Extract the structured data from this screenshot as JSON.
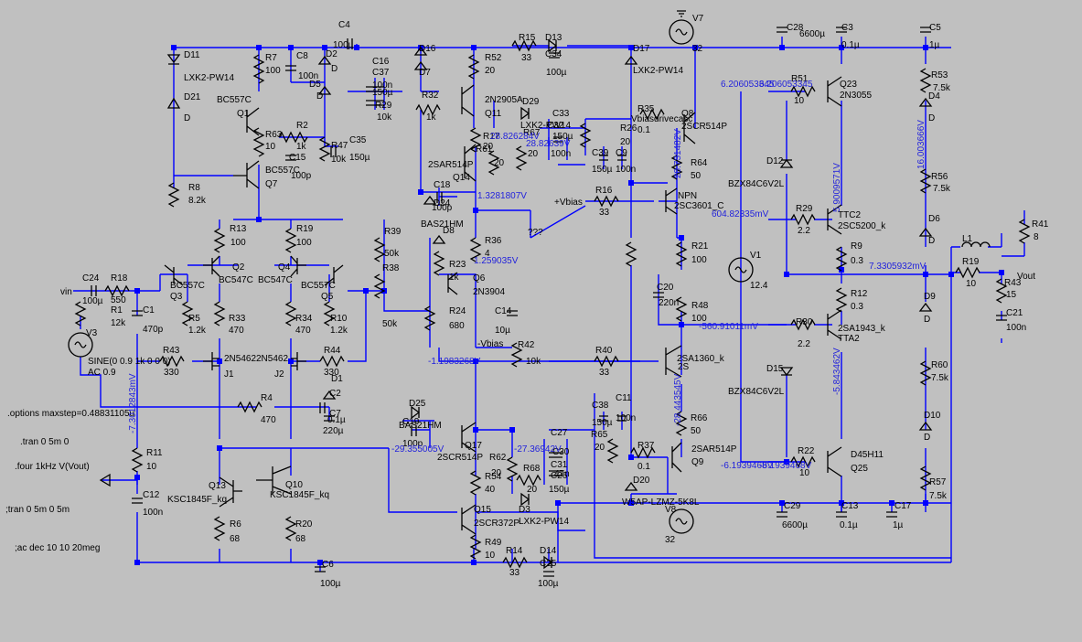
{
  "colors": {
    "background": "#c0c0c0",
    "wire": "#0000ff",
    "component": "#000000",
    "voltage": "#1f1fdc"
  },
  "labels": {
    "C4": "C4",
    "C4v": "100µ",
    "D16": "D16",
    "R52": "R52",
    "R52v": "20",
    "R15": "R15",
    "R15v": "33",
    "D13": "D13",
    "C34": "C34",
    "C34v": "100µ",
    "D17": "D17",
    "D17m": "LXK2-PW14",
    "V7": "V7",
    "V7v": "32",
    "C28": "C28",
    "C28v": "6600µ",
    "C3": "C3",
    "C3v": "0.1µ",
    "C5": "C5",
    "C5v": "1µ",
    "D11": "D11",
    "D11m": "LXK2-PW14",
    "D21": "D21",
    "D21v": "D",
    "R7": "R7",
    "R7v": "100",
    "C8": "C8",
    "C8v": "100n",
    "D2": "D2",
    "D2v": "D",
    "D5": "D5",
    "D5v": "D",
    "C16": "C16",
    "C16v": "150µ",
    "C37": "C37",
    "C37v": "100n",
    "D7": "D7",
    "R32": "R32",
    "R32v": "1k",
    "R29x": "R29",
    "R29xv": "10k",
    "Q11": "Q11",
    "Q11m": "2N2905A",
    "D29": "D29",
    "D29m": "LXK2-PW14",
    "C33": "C33",
    "C33v": "150µ",
    "C32": "C32",
    "C32v": "100n",
    "R35": "R35",
    "R35v": "0.1",
    "R26": "R26",
    "R26v": "20",
    "Vbd": "Vbiasdrivecasc",
    "Q8": "Q8",
    "Q8m": "2SCR514P",
    "R51": "R51",
    "R51v": "10",
    "Q23": "Q23",
    "Q23m": "2N3055",
    "R53": "R53",
    "R53v": "7.5k",
    "D4": "D4",
    "D4v": "D",
    "BC557C": "BC557C",
    "Q1": "Q1",
    "R63": "R63",
    "R63v": "10",
    "R2": "R2",
    "R2v": "1k",
    "R47": "R47",
    "R47v": "10k",
    "C35": "C35",
    "C35v": "150µ",
    "C15": "C15",
    "C15v": "100p",
    "BC557C2": "BC557C",
    "Q7": "Q7",
    "R8": "R8",
    "R8v": "8.2k",
    "R17": "R17",
    "R17v": "20",
    "R61": "R61",
    "R61v": "20",
    "R67": "R67",
    "R67v": "20",
    "C39": "C39",
    "C39v": "150µ",
    "C9": "C9",
    "C9v": "100n",
    "R64": "R64",
    "R64v": "50",
    "D12": "D12",
    "D12m": "BZX84C6V2L",
    "R56": "R56",
    "R56v": "7.5k",
    "Q14m": "2SAR514P",
    "Q14": "Q14",
    "C18": "C18",
    "C18v": "100p",
    "D24": "D24",
    "D24m": "BAS21HM",
    "Vbias": "+Vbias",
    "R16": "R16",
    "R16v": "33",
    "NPN": "NPN",
    "NPNm": "2SC3601_C",
    "R29": "R29",
    "R29v": "2.2",
    "TTC2": "TTC2",
    "TTC2m": "2SC5200_k",
    "R9": "R9",
    "R9v": "0.3",
    "D6": "D6",
    "D6v": "D",
    "R13": "R13",
    "R13v": "100",
    "R19": "R19",
    "R19v": "100",
    "R39": "R39",
    "R39v": "50k",
    "D8": "D8",
    "R36": "R36",
    "R36v": "4",
    "R21": "R21",
    "R21v": "100",
    "V1": "V1",
    "V1v": "12.4",
    "L1": "L1",
    "R41": "R41",
    "R41v": "8",
    "R19b": "R19",
    "R19bv": "10",
    "R43b": "R43",
    "R43bv": "15",
    "Vout": "Vout",
    "C21": "C21",
    "C21v": "100n",
    "vin": "vin",
    "C24": "C24",
    "C24v": "100µ",
    "R18": "R18",
    "R18v": "550",
    "Q2": "Q2",
    "Q4": "Q4",
    "BC547C": "BC547C",
    "BC547C2": "BC547C",
    "BC557C3": "BC557C",
    "BC557C4": "BC557C",
    "Q3": "Q3",
    "Q5": "Q5",
    "R38": "R38",
    "R38v": "50k",
    "R23": "R23",
    "R23v": "1k",
    "Q6": "Q6",
    "Q6m": "2N3904",
    "C20": "C20",
    "C20v": "220n",
    "R48": "R48",
    "R48v": "100",
    "R12": "R12",
    "R12v": "0.3",
    "D9": "D9",
    "D9v": "D",
    "V3": "V3",
    "R1": "R1",
    "R1v": "12k",
    "C1": "C1",
    "C1v": "470p",
    "R5": "R5",
    "R5v": "1.2k",
    "R33": "R33",
    "R33v": "470",
    "R34": "R34",
    "R34v": "470",
    "R10": "R10",
    "R10v": "1.2k",
    "R30": "R30",
    "R30v": "2.2",
    "Q2SA": "2SA1943_k",
    "TTA2": "TTA2",
    "R24": "R24",
    "R24v": "680",
    "C14": "C14",
    "C14v": "10µ",
    "Vbiasn": "-Vbias",
    "SINE": "SINE(0 0.9 1k 0 0 0)",
    "AC": "AC 0.9",
    "R43": "R43",
    "R43v": "330",
    "J1m": "2N5462",
    "J2m": "2N5462",
    "R44": "R44",
    "R44v": "330",
    "J1": "J1",
    "J2": "J2",
    "R42": "R42",
    "R42v": "10k",
    "R40": "R40",
    "R40v": "33",
    "Q2SA1360": "2SA1360_k",
    "Q2S": "2S",
    "D15": "D15",
    "D15m": "BZX84C6V2L",
    "R60": "R60",
    "R60v": "7.5k",
    "options": ".options maxstep=0.48831105u",
    "D1": "D1",
    "R4": "R4",
    "R4v": "470",
    "C7": "C7",
    "C7v": "0.1µ",
    "C2": "C2",
    "C2v": "220µ",
    "C38": "C38",
    "C38v": "150µ",
    "C11": "C11",
    "C11v": "100n",
    "R66": "R66",
    "R66v": "50",
    "D10": "D10",
    "D10v": "D",
    "tran": ".tran 0 5m 0",
    "D25": "D25",
    "D25m": "BAS21HM",
    "C19": "C19",
    "C19v": "100p",
    "C27": "C27",
    "R65": "R65",
    "R65v": "20",
    "R22": "R22",
    "R22v": "10",
    "D45H11": "D45H11",
    "Q25": "Q25",
    "four": ".four 1kHz V(Vout)",
    "R11": "R11",
    "R11v": "10",
    "Q17": "Q17",
    "Q17m": "2SCR514P",
    "R62": "R62",
    "R62v": "20",
    "C30": "C30",
    "C31": "C31",
    "C31v": "47n",
    "R37": "R37",
    "R37v": "0.1",
    "Q9m": "2SAR514P",
    "Q9": "Q9",
    "R57": "R57",
    "R57v": "7.5k",
    "R54": "R54",
    "R54v": "40",
    "R68": "R68",
    "R68v": "20",
    "C26": "C26",
    "C26v": "150µ",
    "D20": "D20",
    "D20m": "W5AP-LZMZ-5K8L",
    "C29": "C29",
    "C29v": "6600µ",
    "C13": "C13",
    "C13v": "0.1µ",
    "C17": "C17",
    "C17v": "1µ",
    "Q13": "Q13",
    "Q13m": "KSC1845F_kq",
    "Q10": "Q10",
    "Q10m": "KSC1845F_kq",
    "C12": "C12",
    "C12v": "100n",
    "Q15": "Q15",
    "Q15m": "2SCR372P",
    "D3": "D3",
    "D3m": "LXK2-PW14",
    "V8": "V8",
    "V8v": "32",
    "trancom": ";tran 0 5m 0 5m",
    "R6": "R6",
    "R6v": "68",
    "R20": "R20",
    "R20v": "68",
    "R49": "R49",
    "R49v": "10",
    "acdec": ";ac dec 10 10 20meg",
    "C6": "C6",
    "C6v": "100µ",
    "R14": "R14",
    "R14v": "33",
    "D14": "D14",
    "D14v": "D",
    "C25": "C25",
    "C25v": "100µ",
    "C23": "C23",
    "C36": "C36",
    "R28": "R28",
    "C10": "C10",
    "R27": "R27",
    "qq": "???",
    "vol1": "6.206053345",
    "vol2": "6.206053345",
    "vol3": "28.731482V",
    "vol4": "5.9009571V",
    "vol5": "16.003666V",
    "vol6": "604.82335mV",
    "vol7": "7.3305932mV",
    "vol8": "-560.91011mV",
    "vol9": "-5.843462V",
    "vol10": "-28.443545V",
    "vol11": "-6.1939468V",
    "vol12": "-6.1939468V",
    "vol13": "-29.355005V",
    "vol14": "-27.36942V",
    "vol15": "1.3281807V",
    "vol16": "1.259035V",
    "vol17": "-1.1983268V",
    "vol18": "-7.3012843mV",
    "vol19": "28.826284V",
    "vol20": "28.82639V"
  }
}
